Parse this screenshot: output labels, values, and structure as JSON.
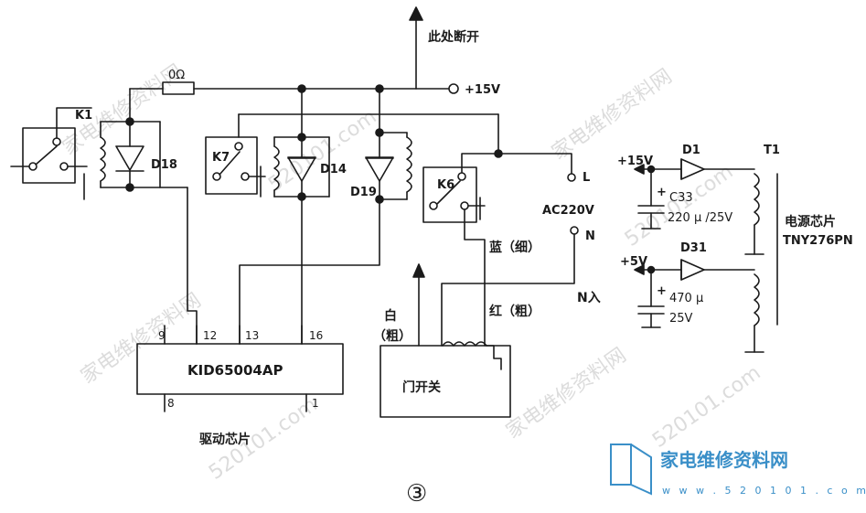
{
  "diagram": {
    "figure_number": "③",
    "top_arrow_label": "此处断开",
    "rail_label": "+15V",
    "resistor_label": "0Ω",
    "relays": [
      "K1",
      "K7",
      "K6"
    ],
    "diodes": [
      "D18",
      "D14",
      "D19"
    ],
    "ac_label": "AC220V",
    "line_l": "L",
    "line_n": "N",
    "blue_wire": "蓝（细）",
    "red_wire": "红（粗）",
    "n_in": "N入",
    "white_wire_1": "白",
    "white_wire_2": "（粗）",
    "door_switch": "门开关",
    "ic_name": "KID65004AP",
    "ic_caption": "驱动芯片",
    "ic_pins": {
      "p9": "9",
      "p12": "12",
      "p13": "13",
      "p16": "16",
      "p8": "8",
      "p1": "1"
    },
    "psu": {
      "v15": "+15V",
      "v5": "+5V",
      "d1": "D1",
      "d31": "D31",
      "t1": "T1",
      "c33": "C33",
      "c33_value": "220 μ /25V",
      "c_plus_1": "+",
      "c_plus_2": "+",
      "c2_value_1": "470 μ",
      "c2_value_2": "25V",
      "chip_label": "电源芯片",
      "chip_name": "TNY276PN"
    }
  },
  "watermark": {
    "text_1": "家电维修资料网",
    "text_2": "520101.com",
    "logo_text": "家电维修资料网",
    "logo_url": "w w w . 5 2 0 1 0 1 . c o m"
  }
}
